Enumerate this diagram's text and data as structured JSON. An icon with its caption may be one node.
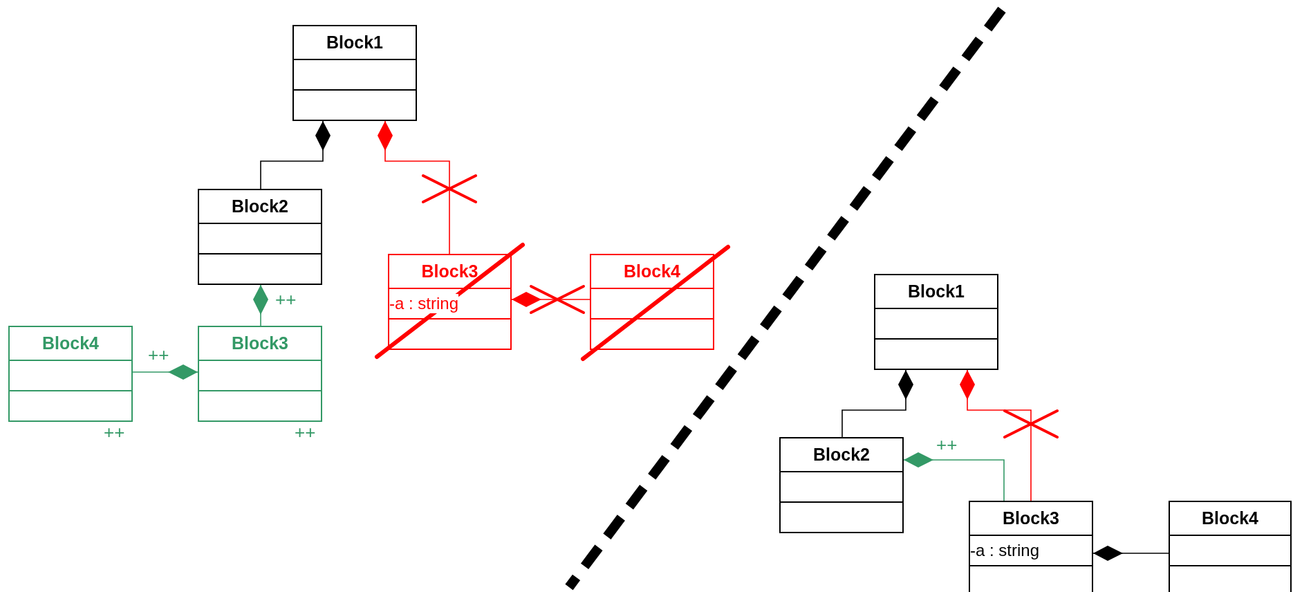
{
  "diagram": {
    "nodes": [
      {
        "text": [
          "Block1"
        ]
      },
      {
        "text": [
          "Block2"
        ]
      },
      {
        "text": [
          "Block3"
        ],
        "beside": [
          "++"
        ]
      },
      {
        "text": [
          "Block4"
        ],
        "beside": [
          "++"
        ]
      },
      {
        "text": [
          "Block3",
          "-a : string"
        ]
      },
      {
        "text": [
          "Block4"
        ]
      },
      {
        "text": [
          "Block1"
        ]
      },
      {
        "text": [
          "Block2"
        ]
      },
      {
        "text": [
          "Block3",
          "-a : string"
        ]
      },
      {
        "text": [
          "Block4"
        ]
      }
    ],
    "edges": [
      {
        "from": 0,
        "to": 1,
        "arrow": "other",
        "color": "#000000"
      },
      {
        "from": 0,
        "to": 4,
        "arrow": "other",
        "color": "#ff0000"
      },
      {
        "from": 1,
        "to": 2,
        "arrow": "other",
        "label": "++",
        "color": "#339966"
      },
      {
        "from": 2,
        "to": 3,
        "arrow": "other",
        "label": "++",
        "color": "#339966"
      },
      {
        "from": 4,
        "to": 5,
        "arrow": "other",
        "color": "#ff0000"
      },
      {
        "from": 6,
        "to": 7,
        "arrow": "other",
        "color": "#000000"
      },
      {
        "from": 6,
        "to": 8,
        "arrow": "other",
        "color": "#ff0000"
      },
      {
        "from": 7,
        "to": 8,
        "arrow": "other",
        "label": "++",
        "color": "#339966"
      },
      {
        "from": 8,
        "to": 9,
        "arrow": "other",
        "color": "#000000"
      }
    ]
  }
}
